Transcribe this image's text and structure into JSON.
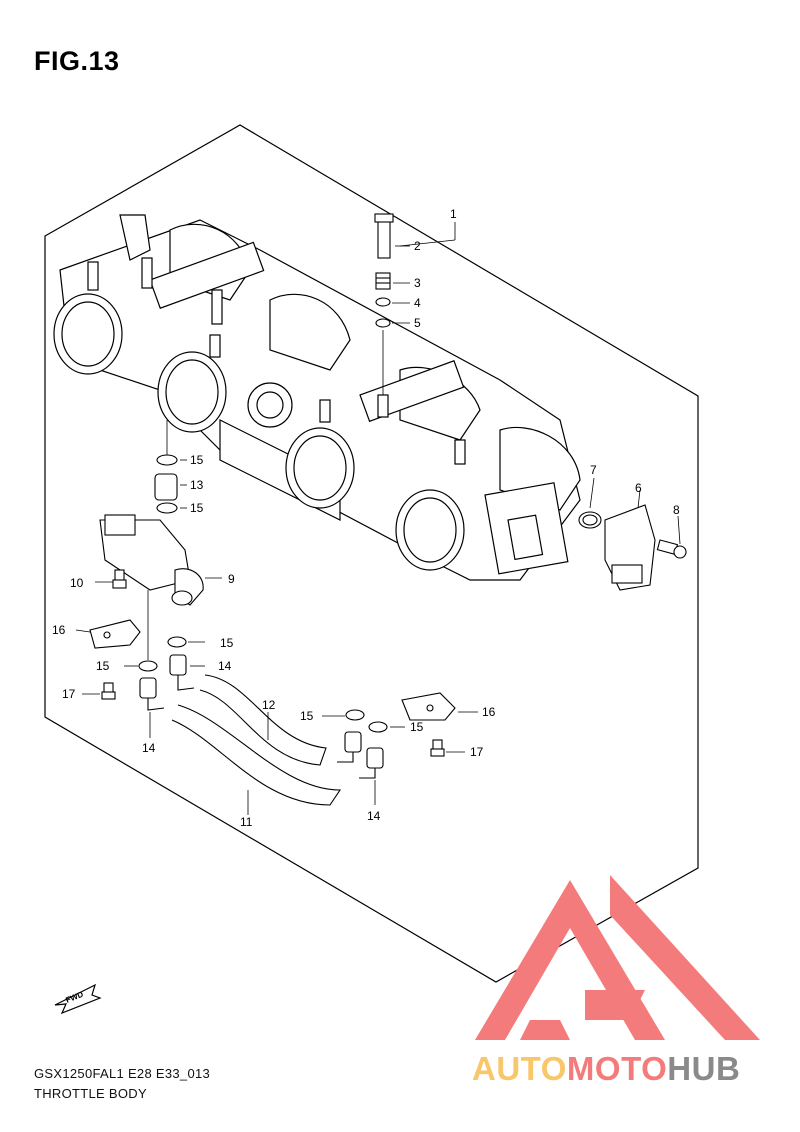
{
  "figure": {
    "title": "FIG.13"
  },
  "footer": {
    "model_code": "GSX1250FAL1 E28 E33_013",
    "diagram_name": "THROTTLE BODY"
  },
  "fwd_label": "FWD",
  "callouts": [
    "1",
    "2",
    "3",
    "4",
    "5",
    "15",
    "13",
    "15",
    "7",
    "6",
    "8",
    "10",
    "9",
    "16",
    "15",
    "15",
    "14",
    "17",
    "12",
    "14",
    "15",
    "15",
    "16",
    "17",
    "14",
    "11",
    "14"
  ],
  "watermark": {
    "part1": "AUTO",
    "part2": "MOTO",
    "part3": "HUB",
    "colors": {
      "auto": "#f9c66a",
      "moto": "#f47b7b",
      "hub": "#8a8a8a",
      "logo": "#f47b7b"
    }
  }
}
